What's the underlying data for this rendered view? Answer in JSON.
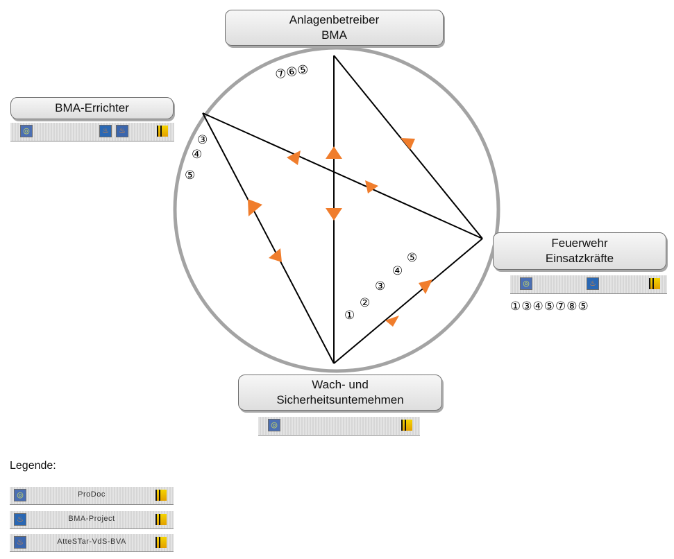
{
  "nodes": {
    "top": {
      "line1": "Anlagenbetreiber",
      "line2": "BMA"
    },
    "left": {
      "line1": "BMA-Errichter"
    },
    "right": {
      "line1": "Feuerwehr",
      "line2": "Einsatzkräfte"
    },
    "bottom": {
      "line1": "Wach- und",
      "line2": "Sicherheitsuntemehmen"
    }
  },
  "numbers": {
    "top_cluster": "⑦⑥⑤",
    "left_cluster": [
      "③",
      "④",
      "⑤"
    ],
    "right_row": "①③④⑤⑦⑧⑤",
    "bottom_right_cluster": [
      "①",
      "②",
      "③",
      "④",
      "⑤"
    ]
  },
  "legend": {
    "title": "Legende:",
    "items": [
      {
        "label": "ProDoc",
        "icon": "procoo-icon"
      },
      {
        "label": "BMA-Project",
        "icon": "bma-project-icon"
      },
      {
        "label": "AtteSTar-VdS-BVA",
        "icon": "attestar-icon"
      }
    ]
  },
  "colors": {
    "circle": "#a3a3a3",
    "line": "#000000",
    "arrow": "#f07d2c"
  }
}
